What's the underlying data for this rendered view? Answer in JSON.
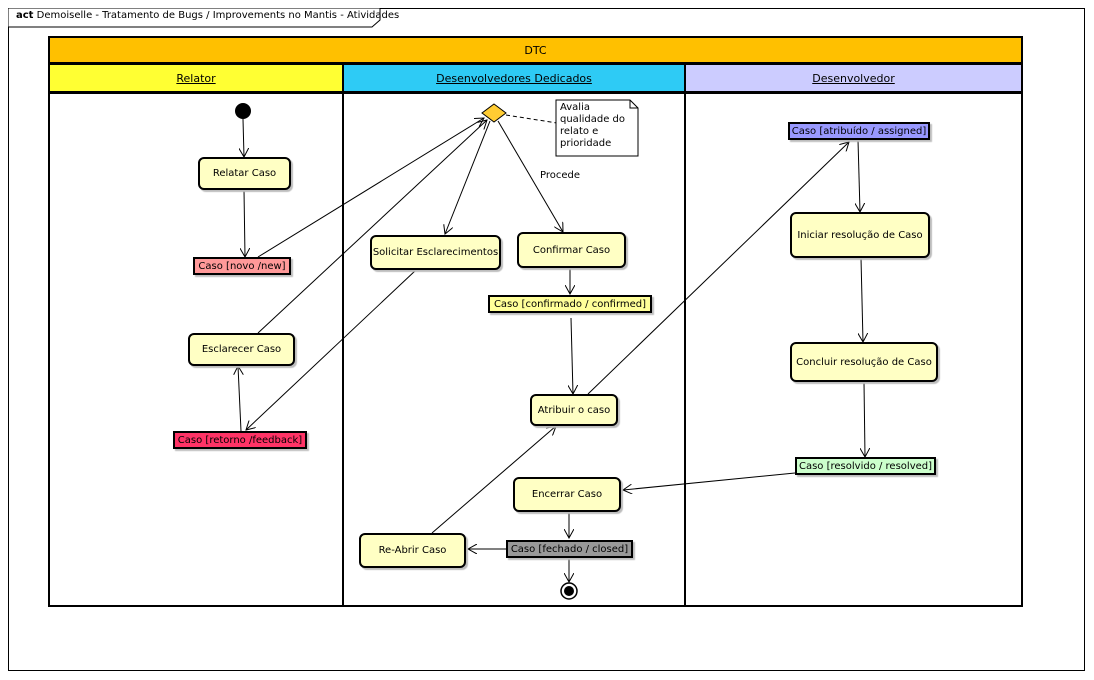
{
  "frame": {
    "keyword": "act",
    "title": "Demoiselle - Tratamento de Bugs / Improvements no Mantis - Atividades"
  },
  "pool": {
    "title": "DTC",
    "color": "#ffc000"
  },
  "lanes": [
    {
      "title": "Relator",
      "color": "#ffff33"
    },
    {
      "title": "Desenvolvedores Dedicados",
      "color": "#2ecbf5"
    },
    {
      "title": "Desenvolvedor",
      "color": "#ccccff"
    }
  ],
  "actions": {
    "relatar": "Relatar Caso",
    "esclarecer": "Esclarecer Caso",
    "solicitar": "Solicitar Esclarecimentos",
    "confirmar": "Confirmar Caso",
    "atribuir": "Atribuir o caso",
    "encerrar": "Encerrar Caso",
    "reabrir": "Re-Abrir Caso",
    "iniciar": "Iniciar resolução de Caso",
    "concluir": "Concluir resolução de Caso"
  },
  "objects": {
    "novo": {
      "label": "Caso [novo /new]",
      "color": "#ff9999"
    },
    "retorno": {
      "label": "Caso [retorno /feedback]",
      "color": "#ff3366"
    },
    "confirmado": {
      "label": "Caso [confirmado / confirmed]",
      "color": "#ffff99"
    },
    "atribuido": {
      "label": "Caso [atribuído / assigned]",
      "color": "#9999ff"
    },
    "resolvido": {
      "label": "Caso [resolvido / resolved]",
      "color": "#ccffcc"
    },
    "fechado": {
      "label": "Caso [fechado / closed]",
      "color": "#999999"
    }
  },
  "note": {
    "text": "Avalia qualidade do relato e prioridade"
  },
  "edge_labels": {
    "procede": "Procede"
  }
}
